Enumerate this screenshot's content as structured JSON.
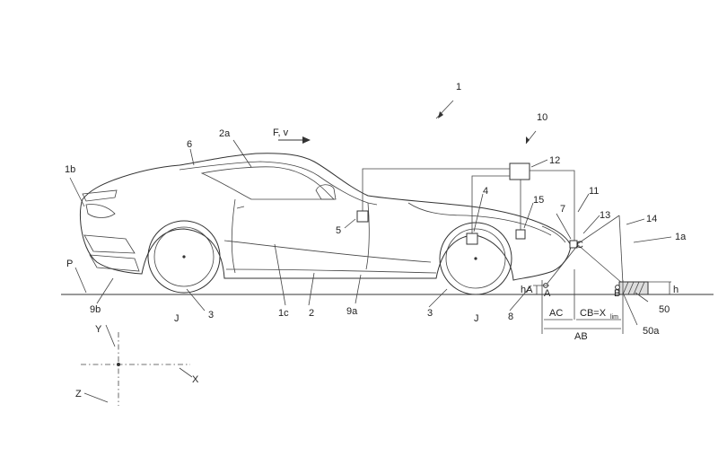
{
  "labels": {
    "l1": "1",
    "l10": "10",
    "l12": "12",
    "l11": "11",
    "l7": "7",
    "l13": "13",
    "l14": "14",
    "l1a": "1a",
    "l15": "15",
    "l4": "4",
    "l5": "5",
    "l6": "6",
    "l2a": "2a",
    "lFv": "F, v",
    "l1b": "1b",
    "lP": "P",
    "l9b": "9b",
    "lJ1": "J",
    "l3a": "3",
    "l1c": "1c",
    "l2": "2",
    "l9a": "9a",
    "l3b": "3",
    "lJ2": "J",
    "l8": "8",
    "lhA": "hA",
    "lA": "A",
    "lC": "C",
    "lB": "B",
    "lh": "h",
    "l50": "50",
    "l50a": "50a",
    "lAC": "AC",
    "lCB": "CB=X",
    "lCBsub": "lim",
    "lAB": "AB",
    "lY": "Y",
    "lX": "X",
    "lZ": "Z"
  }
}
